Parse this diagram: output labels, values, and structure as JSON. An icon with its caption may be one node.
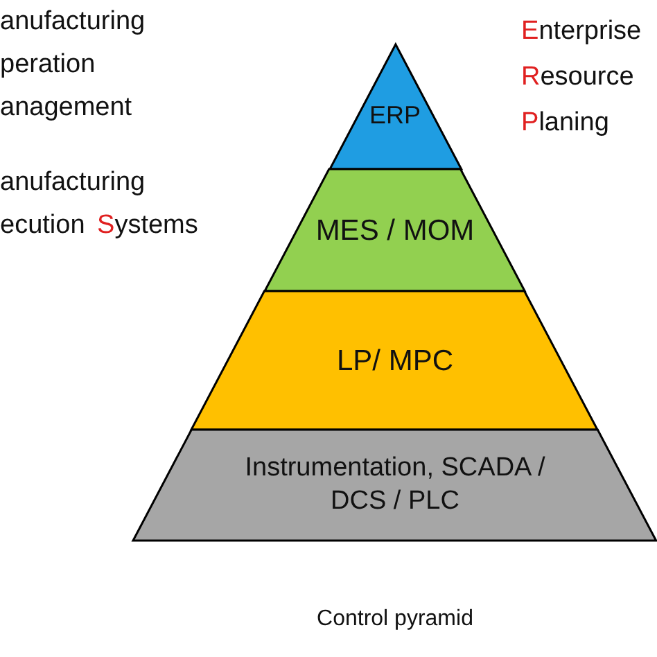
{
  "diagram": {
    "caption": "Control pyramid",
    "nodes": [
      {
        "text": [
          "ERP"
        ]
      },
      {
        "text": [
          "MES / MOM"
        ]
      },
      {
        "text": [
          "LP/ MPC"
        ]
      },
      {
        "text": [
          "Instrumentation, SCADA / DCS / PLC"
        ]
      }
    ],
    "labels": [
      "anufacturing",
      "peration",
      "anagement",
      "anufacturing",
      "ecution",
      "Systems",
      "Enterprise",
      "Resource",
      "Planing"
    ]
  }
}
